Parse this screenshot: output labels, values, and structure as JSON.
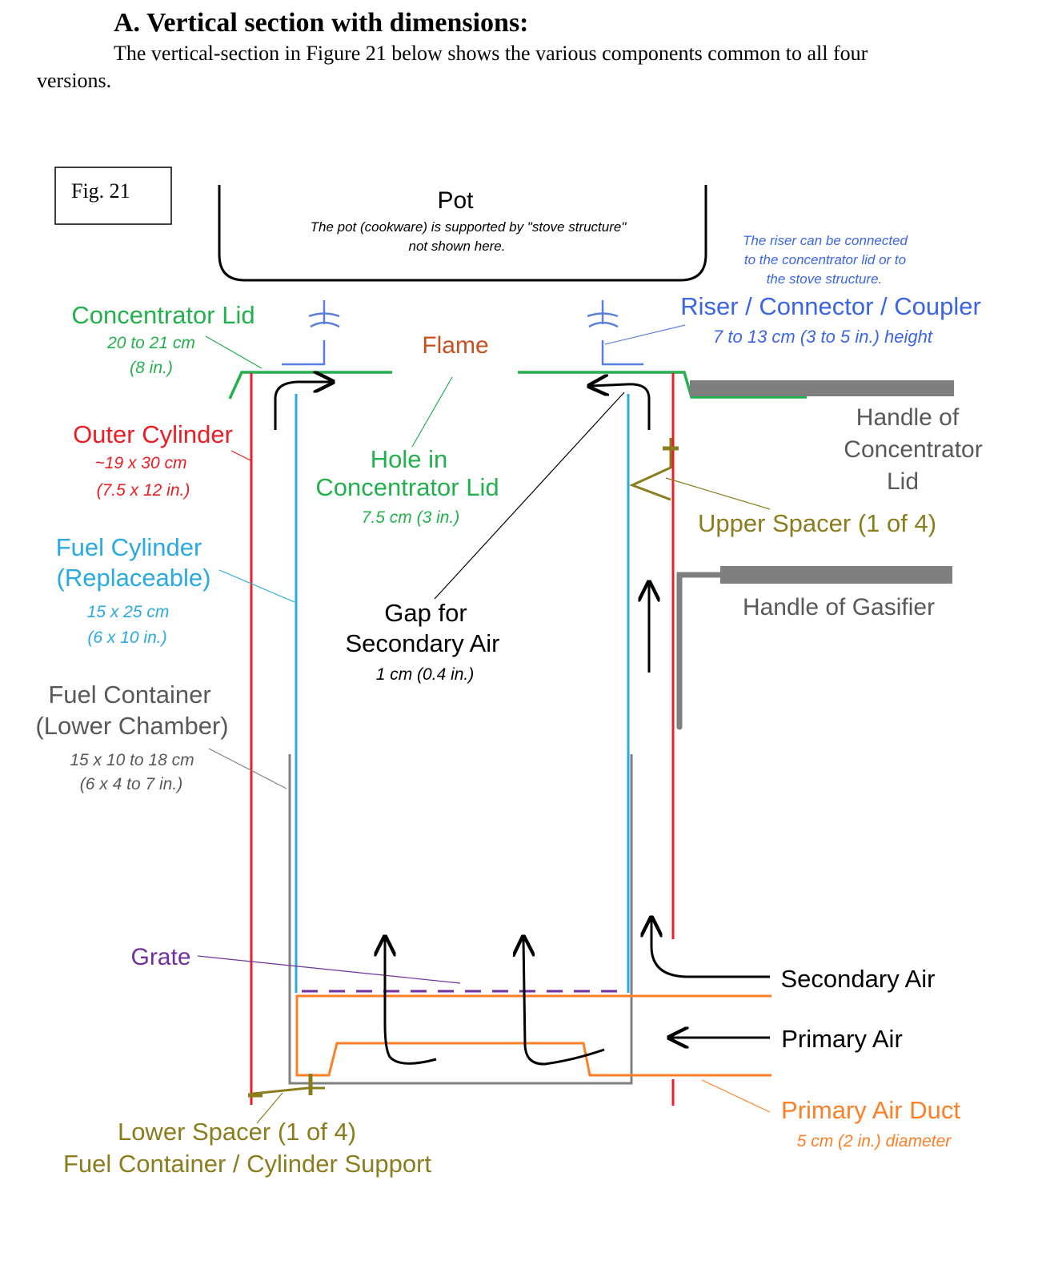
{
  "header": {
    "section_title": "A.  Vertical section with dimensions:",
    "body_line1": "The vertical-section in Figure 21 below shows the various components common to all four",
    "body_line2": "versions."
  },
  "figure": {
    "fig_label": "Fig. 21",
    "pot": {
      "title": "Pot",
      "note_line1": "The pot  (cookware) is supported by \"stove structure\"",
      "note_line2": "not shown here."
    },
    "riser_note": {
      "line1": "The riser can be connected",
      "line2": "to the concentrator lid or to",
      "line3": "the stove structure."
    },
    "riser": {
      "title": "Riser / Connector / Coupler",
      "dims": "7 to 13 cm (3 to 5 in.) height"
    },
    "concentrator_lid": {
      "title": "Concentrator Lid",
      "dims1": "20 to 21 cm",
      "dims2": "(8 in.)"
    },
    "flame": "Flame",
    "outer_cylinder": {
      "title": "Outer Cylinder",
      "dims1": "~19 x 30 cm",
      "dims2": "(7.5 x 12 in.)"
    },
    "hole": {
      "line1": "Hole in",
      "line2": "Concentrator Lid",
      "dims": "7.5 cm (3 in.)"
    },
    "handle_lid": {
      "line1": "Handle of",
      "line2": "Concentrator",
      "line3": "Lid"
    },
    "upper_spacer": "Upper Spacer (1 of 4)",
    "fuel_cylinder": {
      "line1": "Fuel Cylinder",
      "line2": "(Replaceable)",
      "dims1": "15 x 25 cm",
      "dims2": "(6 x 10 in.)"
    },
    "gap": {
      "line1": "Gap for",
      "line2": "Secondary Air",
      "dims": "1 cm (0.4 in.)"
    },
    "handle_gasifier": "Handle of Gasifier",
    "fuel_container": {
      "line1": "Fuel Container",
      "line2": "(Lower Chamber)",
      "dims1": "15 x 10 to 18 cm",
      "dims2": "(6 x 4 to 7 in.)"
    },
    "grate": "Grate",
    "secondary_air": "Secondary Air",
    "primary_air": "Primary Air",
    "primary_air_duct": {
      "title": "Primary Air Duct",
      "dims": "5 cm (2 in.) diameter"
    },
    "lower_spacer": {
      "line1": "Lower Spacer (1 of 4)",
      "line2": "Fuel Container / Cylinder Support"
    }
  },
  "colors": {
    "outer_cylinder": "#ee1c24",
    "fuel_cylinder": "#29aae1",
    "concentrator_lid": "#22b14c",
    "fuel_container": "#7f7f7f",
    "grate": "#7030a0",
    "primary_air_duct": "#ff7f27",
    "spacer": "#8b7d1e",
    "riser": "#5b7fdc",
    "flame": "#c8501e",
    "handle": "#7f7f7f"
  }
}
